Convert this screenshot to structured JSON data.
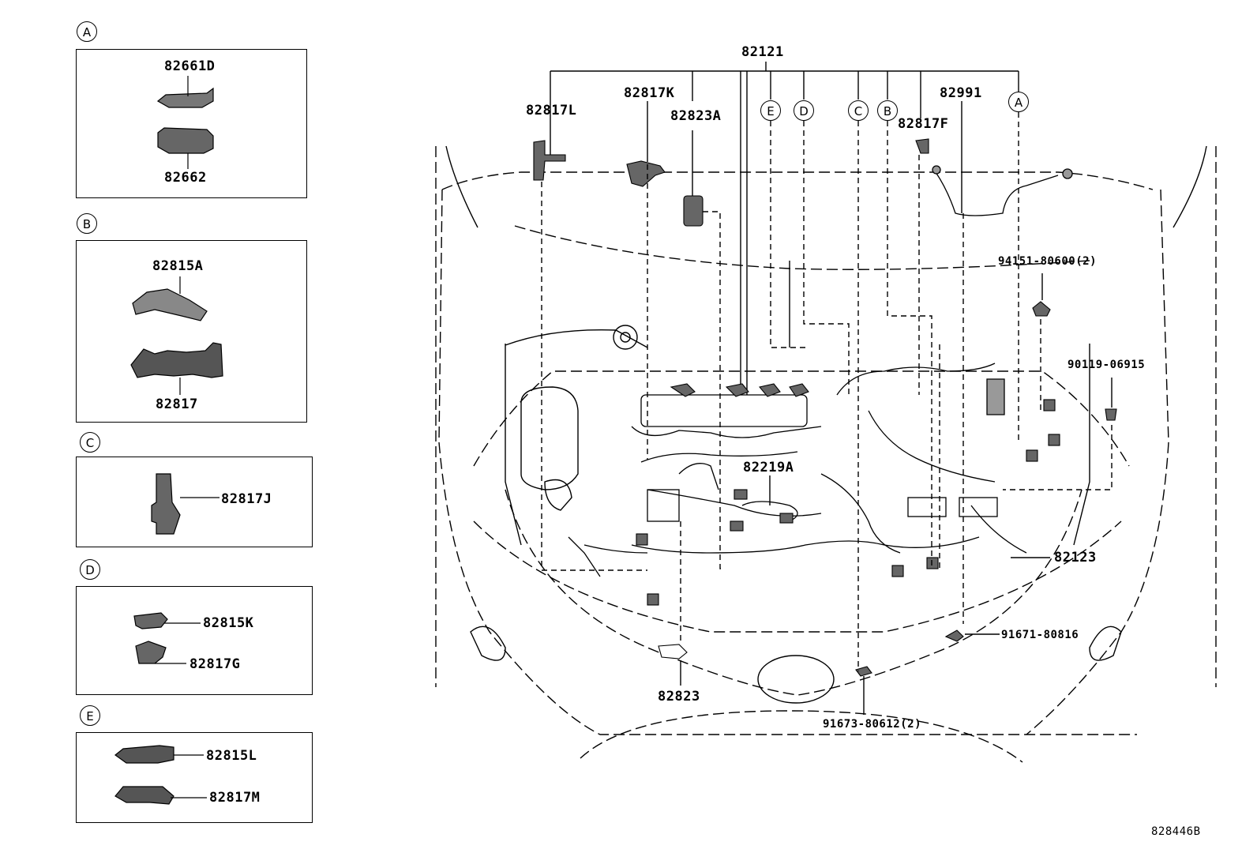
{
  "insets": [
    {
      "key": "A",
      "parts": [
        "82661D",
        "82662"
      ]
    },
    {
      "key": "B",
      "parts": [
        "82815A",
        "82817"
      ]
    },
    {
      "key": "C",
      "parts": [
        "82817J"
      ]
    },
    {
      "key": "D",
      "parts": [
        "82815K",
        "82817G"
      ]
    },
    {
      "key": "E",
      "parts": [
        "82815L",
        "82817M"
      ]
    }
  ],
  "main": {
    "part_82121": "82121",
    "part_82817L": "82817L",
    "part_82817K": "82817K",
    "part_82823A": "82823A",
    "part_82991": "82991",
    "part_82817F": "82817F",
    "part_94151": "94151-80600(2)",
    "part_90119": "90119-06915",
    "part_82219A": "82219A",
    "part_82123": "82123",
    "part_91671": "91671-80816",
    "part_82823": "82823",
    "part_91673": "91673-80612(2)",
    "callout_E": "E",
    "callout_D": "D",
    "callout_C": "C",
    "callout_B": "B",
    "callout_A": "A"
  },
  "figure_code": "828446B",
  "colors": {
    "line": "#000000",
    "part_fill": "#555555",
    "background": "#ffffff"
  }
}
